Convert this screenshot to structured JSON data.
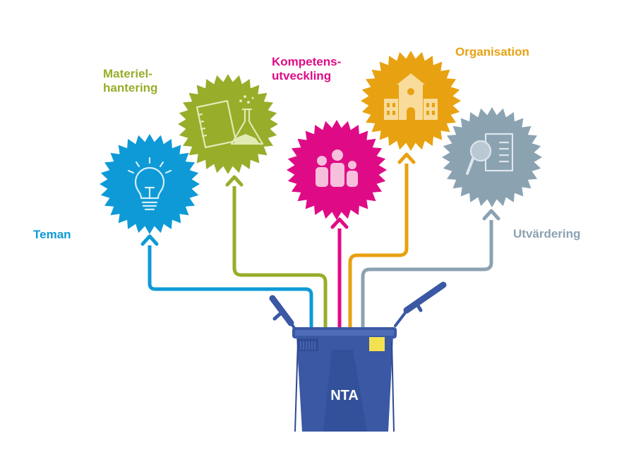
{
  "box": {
    "label": "NTA",
    "color": "#3a58a4"
  },
  "categories": [
    {
      "id": "teman",
      "lines": [
        "Teman"
      ],
      "color": "#0d9ad6",
      "icon": "lightbulb-icon"
    },
    {
      "id": "materielhantering",
      "lines": [
        "Materiel-",
        "hantering"
      ],
      "color": "#98ad2a",
      "icon": "notebook-flask-icon"
    },
    {
      "id": "kompetensutveckling",
      "lines": [
        "Kompetens-",
        "utveckling"
      ],
      "color": "#df0b86",
      "icon": "people-icon"
    },
    {
      "id": "organisation",
      "lines": [
        "Organisation"
      ],
      "color": "#e8a110",
      "icon": "school-building-icon"
    },
    {
      "id": "utvardering",
      "lines": [
        "Utvärdering"
      ],
      "color": "#8ba2b1",
      "icon": "magnifier-document-icon"
    }
  ]
}
